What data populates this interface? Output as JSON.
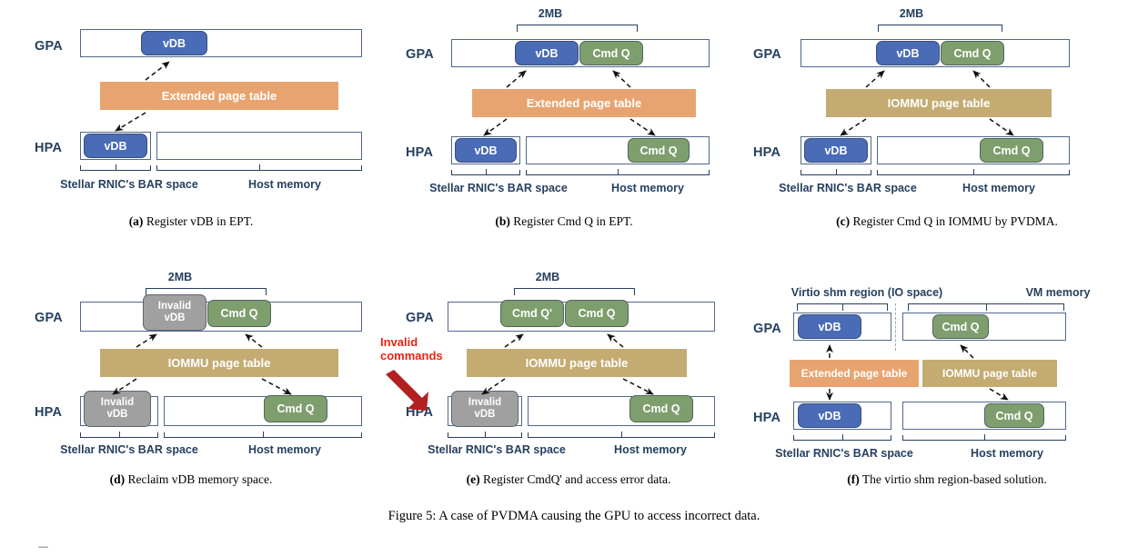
{
  "figure": {
    "caption": "Figure 5: A case of PVDMA causing the GPU to access incorrect data.",
    "corner_mark": "—"
  },
  "labels": {
    "gpa": "GPA",
    "hpa": "HPA",
    "size_2mb": "2MB",
    "bar_space": "Stellar RNIC's BAR space",
    "host_memory": "Host memory",
    "virtio_shm": "Virtio shm region (IO space)",
    "vm_memory": "VM memory"
  },
  "blocks": {
    "vdb": "vDB",
    "cmdq": "Cmd Q",
    "cmdq_prime": "Cmd Q'",
    "invalid_vdb_l1": "Invalid",
    "invalid_vdb_l2": "vDB"
  },
  "tables": {
    "ept": "Extended page table",
    "iommu": "IOMMU page table"
  },
  "annotations": {
    "invalid_cmd_l1": "Invalid",
    "invalid_cmd_l2": "commands"
  },
  "colors": {
    "blue": "#4a6bb5",
    "green": "#7f9e6e",
    "gray": "#a0a0a0",
    "ept_orange": "#e8a470",
    "iommu_gold": "#c4ab72",
    "outline": "#50688c",
    "text_navy": "#26405f",
    "red_text": "#ee2211",
    "red_arrow": "#b32020"
  },
  "panels": [
    {
      "id": "a",
      "tag": "(a)",
      "caption": "Register vDB in EPT."
    },
    {
      "id": "b",
      "tag": "(b)",
      "caption": "Register Cmd Q in EPT."
    },
    {
      "id": "c",
      "tag": "(c)",
      "caption": "Register Cmd Q in IOMMU by PVDMA."
    },
    {
      "id": "d",
      "tag": "(d)",
      "caption": "Reclaim vDB memory space."
    },
    {
      "id": "e",
      "tag": "(e)",
      "caption": "Register CmdQ' and access error data."
    },
    {
      "id": "f",
      "tag": "(f)",
      "caption": "The virtio shm region-based solution."
    }
  ]
}
